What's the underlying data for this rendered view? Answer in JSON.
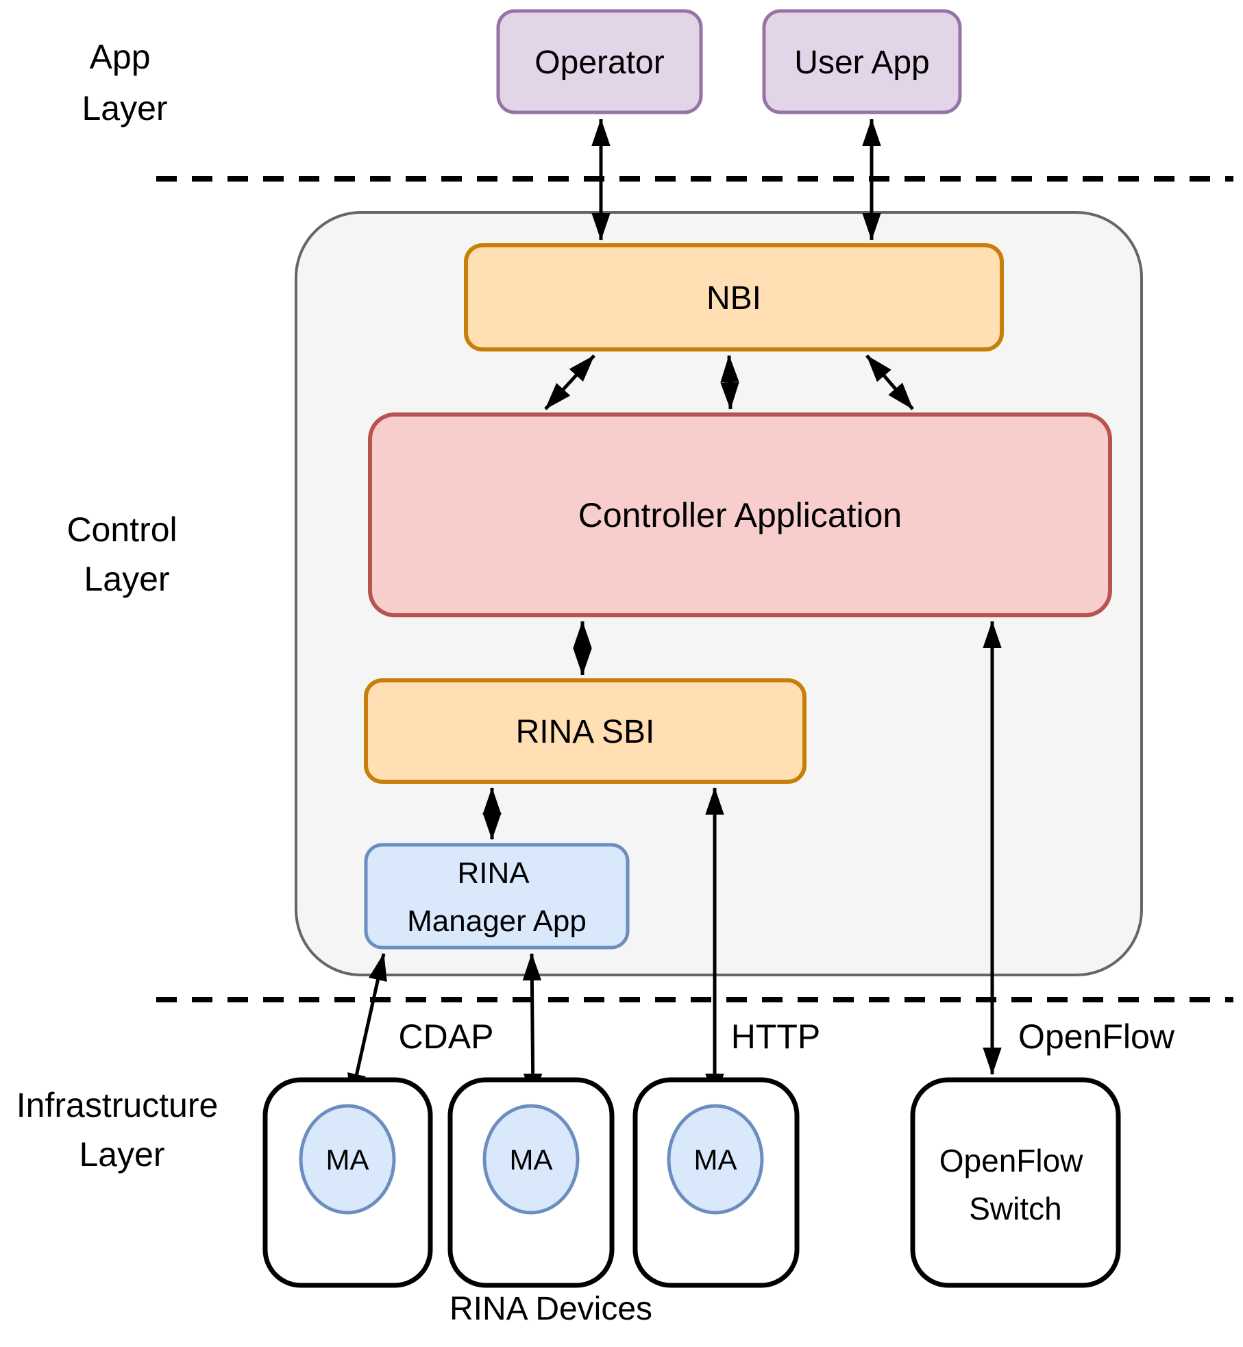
{
  "title": "SDN controller with RINA layered architecture diagram",
  "colors": {
    "app_box_fill": "#e1d5e7",
    "app_box_border": "#9673a6",
    "interface_box_fill": "#ffdfb3",
    "interface_box_border": "#c87f0a",
    "controller_box_fill": "#f8cecc",
    "controller_box_border": "#b85450",
    "rina_box_fill": "#dae8fc",
    "rina_box_border": "#6c8ebf",
    "control_layer_fill": "#f5f5f5",
    "control_layer_border": "#666666",
    "device_box_border": "#000000",
    "arrow_color": "#000000"
  },
  "layer_labels": {
    "app": [
      "App",
      "Layer"
    ],
    "control": [
      "Control",
      "Layer"
    ],
    "infrastructure": [
      "Infrastructure",
      "Layer"
    ]
  },
  "nodes": {
    "operator": "Operator",
    "user_app": "User App",
    "nbi": "NBI",
    "controller": "Controller Application",
    "rina_sbi": "RINA SBI",
    "rina_manager": [
      "RINA",
      "Manager App"
    ],
    "ma": "MA",
    "openflow_switch": [
      "OpenFlow",
      "Switch"
    ]
  },
  "protocol_labels": {
    "cdap": "CDAP",
    "http": "HTTP",
    "openflow": "OpenFlow"
  },
  "caption": "RINA Devices"
}
